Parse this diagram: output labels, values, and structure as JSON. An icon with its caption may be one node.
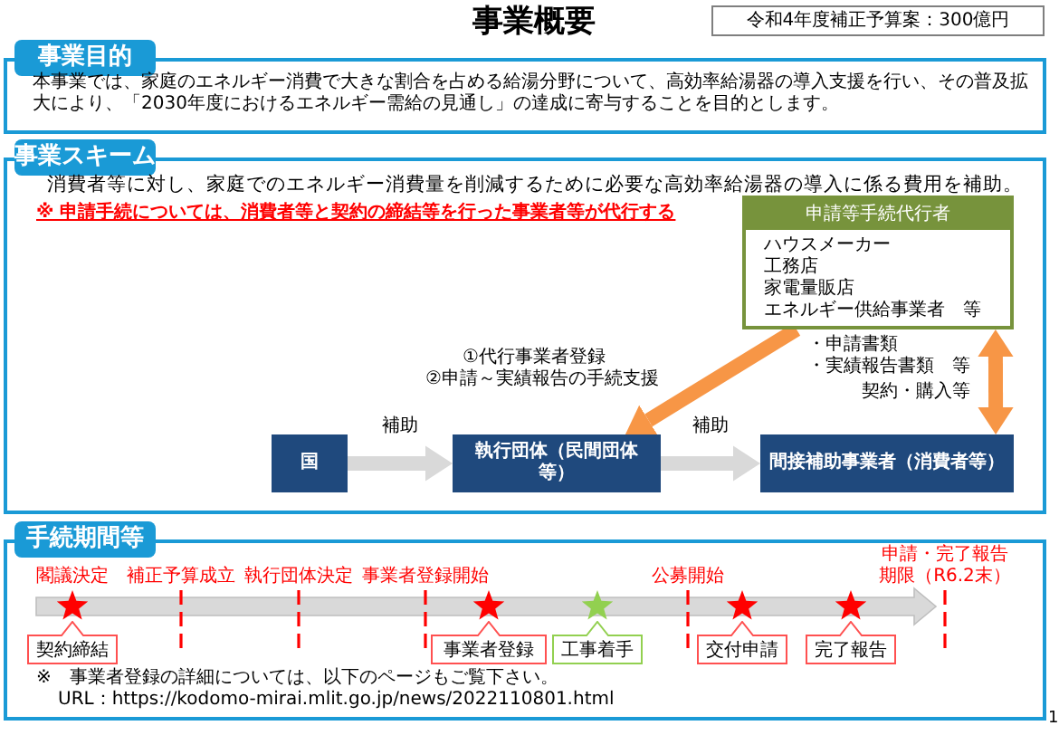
{
  "diagram": {
    "title": "事業概要",
    "nodes": [
      {
        "text": [
          "令和4年度補正予算案：300億円"
        ]
      },
      {
        "text": [
          "事業目的",
          "本事業では、家庭のエネルギー消費で大きな割合を占める給湯分野について、高効率給湯器の導入支援を行い、その普及拡大により、「2030年度におけるエネルギー需給の見通し」の達成に寄与することを目的とします。"
        ]
      },
      {
        "text": [
          "事業スキーム",
          "消費者等に対し、家庭でのエネルギー消費量を削減するために必要な高効率給湯器の導入に係る費用を補助。",
          "※ 申請手続については、消費者等と契約の締結等を行った事業者等が代行する"
        ]
      },
      {
        "text": [
          "申請等手続代行者",
          "ハウスメーカー",
          "工務店",
          "家電量販店",
          "エネルギー供給事業者　等"
        ],
        "in": 2
      },
      {
        "text": [
          "国"
        ],
        "in": 2
      },
      {
        "text": [
          "執行団体（民間団体等）"
        ],
        "in": 2
      },
      {
        "text": [
          "間接補助事業者（消費者等）"
        ],
        "in": 2
      },
      {
        "text": [
          "手続期間等",
          "※　事業者登録の詳細については、以下のページもご覧下さい。",
          "URL：https://kodomo-mirai.mlit.go.jp/news/2022110801.html"
        ]
      },
      {
        "text": [
          "契約締結"
        ],
        "in": 7
      },
      {
        "text": [
          "事業者登録"
        ],
        "in": 7
      },
      {
        "text": [
          "工事着手"
        ],
        "in": 7
      },
      {
        "text": [
          "交付申請"
        ],
        "in": 7
      },
      {
        "text": [
          "完了報告"
        ],
        "in": 7
      }
    ],
    "edges": [
      {
        "from": 4,
        "to": 5,
        "arrow": "to",
        "label": "補助",
        "color": "#d9d9d9"
      },
      {
        "from": 5,
        "to": 6,
        "arrow": "to",
        "label": "補助",
        "color": "#d9d9d9"
      },
      {
        "from": 3,
        "to": 5,
        "arrow": "to",
        "color": "#f79646"
      },
      {
        "from": 3,
        "to": 6,
        "arrow": "both",
        "label": "契約・購入等",
        "color": "#f79646"
      }
    ],
    "labels": [
      "・申請書類",
      "・実績報告書類　等",
      "①代行事業者登録",
      "②申請～実績報告の手続支援",
      "閣議決定",
      "補正予算成立",
      "執行団体決定",
      "事業者登録開始",
      "公募開始",
      "申請・完了報告",
      "期限（R6.2末）",
      "1"
    ]
  }
}
